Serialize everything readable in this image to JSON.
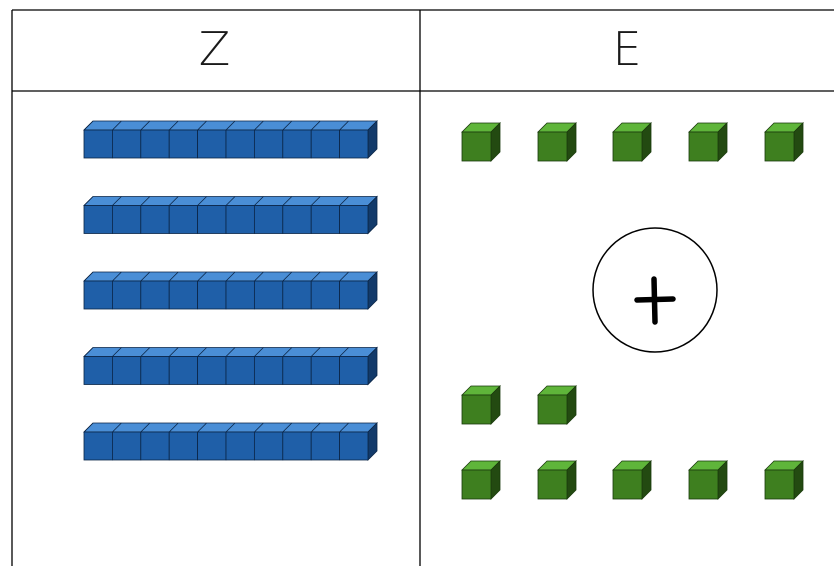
{
  "table": {
    "columns": [
      {
        "key": "zehner",
        "label": "Z"
      },
      {
        "key": "einer",
        "label": "E"
      }
    ]
  },
  "zehner": {
    "rod_count": 5,
    "units_per_rod": 10,
    "color": "#1f5fa8"
  },
  "einer": {
    "top_group_count": 5,
    "middle_group_count": 2,
    "bottom_group_count": 5,
    "color": "#3f8a1f"
  },
  "operator": {
    "symbol": "plus-icon"
  },
  "colors": {
    "line": "#000000",
    "blue_front": "#1f5fa8",
    "blue_top": "#4a8ed6",
    "blue_side": "#123a6a",
    "green_front": "#3e7f1f",
    "green_top": "#5fb53a",
    "green_side": "#234a11"
  }
}
